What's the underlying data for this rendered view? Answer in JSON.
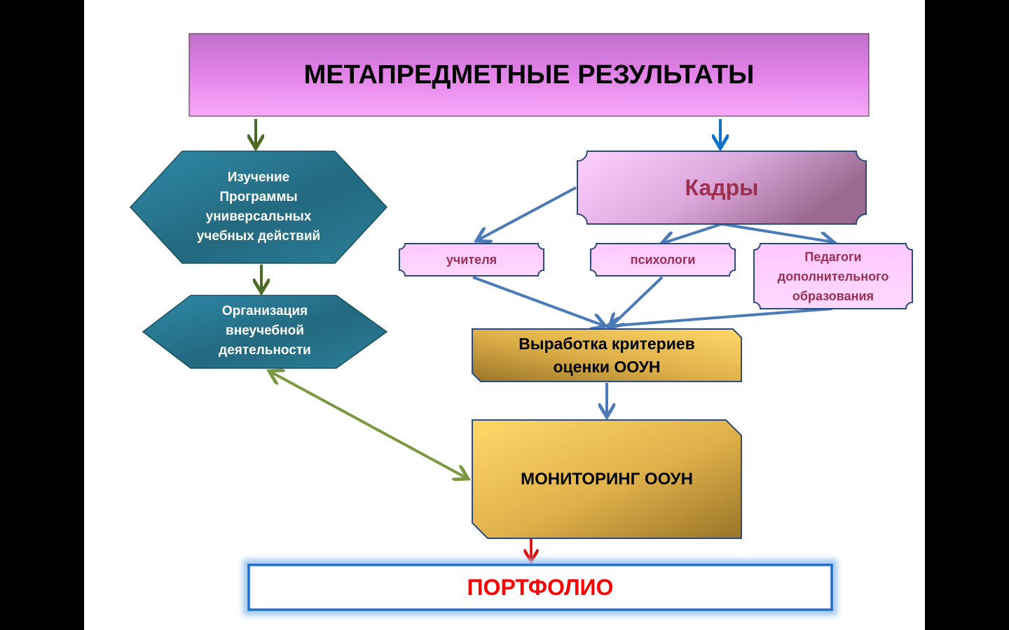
{
  "title": "МЕТАПРЕДМЕТНЫЕ  РЕЗУЛЬТАТЫ",
  "left": {
    "study": "Изучение\nПрограммы\nуниверсальных\nучебных действий",
    "extracurricular": "Организация\nвнеучебной\nдеятельности"
  },
  "staff": {
    "title": "Кадры",
    "teachers": "учителя",
    "psychologists": "психологи",
    "additional": "Педагоги\nдополнительного\nобразования"
  },
  "criteria": "Выработка критериев\nоценки ООУН",
  "monitoring": "МОНИТОРИНГ ООУН",
  "portfolio": "ПОРТФОЛИО",
  "colors": {
    "background": "#000000",
    "slide": "#ffffff",
    "title_box": "#ee88ee",
    "teal": "#2a7d96",
    "staff_text": "#9b3050",
    "gold": "#f5c85a",
    "portfolio_text": "#ff0000",
    "portfolio_border": "#1e6fd0",
    "arrow_blue": "#4a7ab8",
    "arrow_dark_green": "#4a6a28",
    "arrow_green": "#7a9840",
    "arrow_red": "#e00000"
  }
}
